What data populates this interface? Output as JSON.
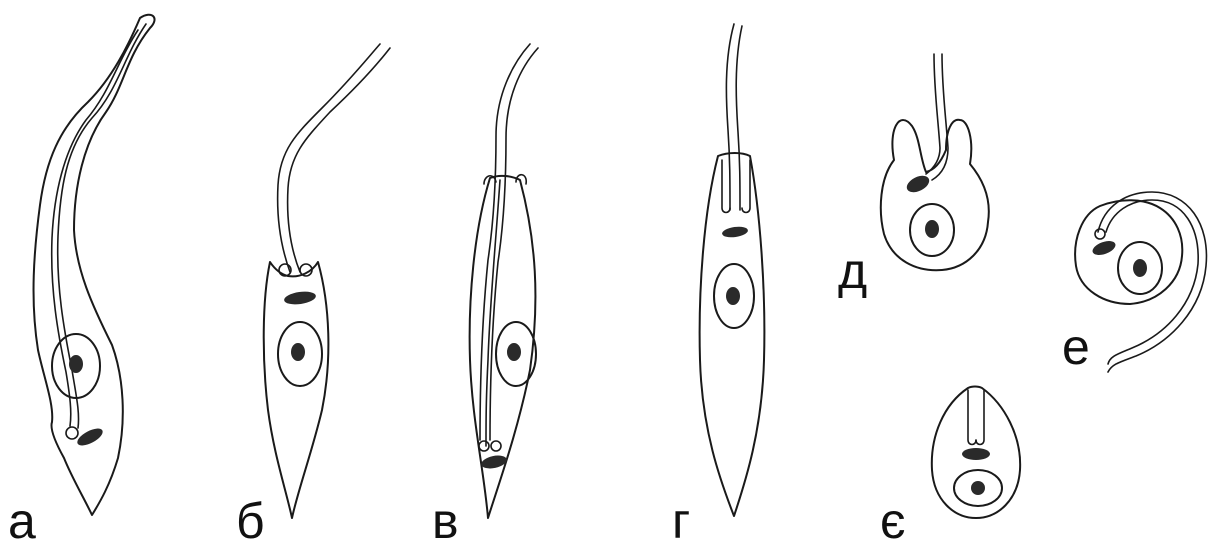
{
  "figure": {
    "labels": {
      "a": "а",
      "b": "б",
      "v": "в",
      "g": "г",
      "d": "д",
      "ye": "є",
      "e": "е"
    }
  },
  "colors": {
    "ink": "#1a1a1a",
    "background": "#ffffff"
  }
}
